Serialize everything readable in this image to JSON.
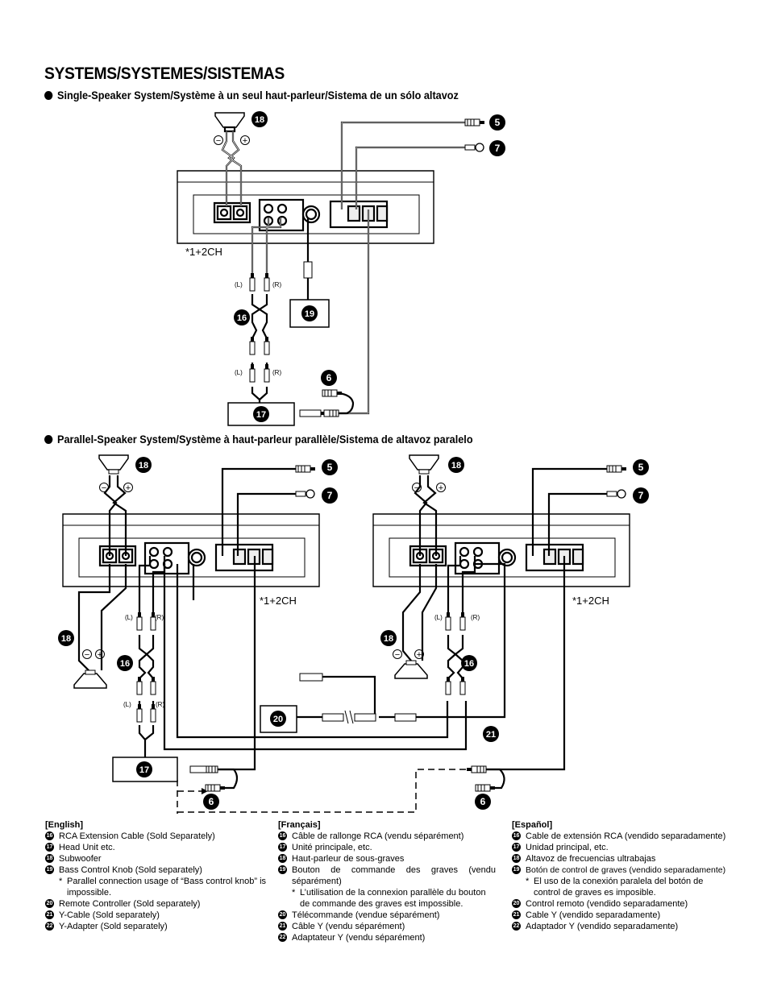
{
  "page": {
    "title": "SYSTEMS/SYSTEMES/SISTEMAS",
    "single_heading": "Single-Speaker System/Système à un seul haut-parleur/Sistema de un sólo altavoz",
    "parallel_heading": "Parallel-Speaker System/Système à haut-parleur parallèle/Sistema de altavoz paralelo"
  },
  "callouts": {
    "n5": "5",
    "n6": "6",
    "n7": "7",
    "n16": "16",
    "n17": "17",
    "n18": "18",
    "n19": "19",
    "n20": "20",
    "n21": "21"
  },
  "labels": {
    "ch_note": "*1+2CH",
    "left": "(L)",
    "right": "(R)",
    "minus": "−",
    "plus": "+"
  },
  "legend": {
    "english": {
      "header": "[English]",
      "items": [
        {
          "n": "16",
          "text": "RCA Extension Cable (Sold Separately)"
        },
        {
          "n": "17",
          "text": "Head Unit etc."
        },
        {
          "n": "18",
          "text": "Subwoofer"
        },
        {
          "n": "19",
          "text": "Bass Control Knob (Sold separately)"
        },
        {
          "n": "20",
          "text": "Remote Controller (Sold separately)"
        },
        {
          "n": "21",
          "text": "Y-Cable (Sold separately)"
        },
        {
          "n": "22",
          "text": "Y-Adapter (Sold separately)"
        }
      ],
      "note": "Parallel connection usage of “Bass control knob” is impossible."
    },
    "french": {
      "header": "[Français]",
      "items": [
        {
          "n": "16",
          "text": "Câble de rallonge RCA (vendu séparément)"
        },
        {
          "n": "17",
          "text": "Unité principale, etc."
        },
        {
          "n": "18",
          "text": "Haut-parleur de sous-graves"
        },
        {
          "n": "19",
          "text": "Bouton de commande des graves (vendu séparément)"
        },
        {
          "n": "20",
          "text": "Télécommande (vendue séparément)"
        },
        {
          "n": "21",
          "text": "Câble Y (vendu séparément)"
        },
        {
          "n": "22",
          "text": "Adaptateur Y (vendu séparément)"
        }
      ],
      "note": "L’utilisation de la connexion parallèle du bouton de commande des graves est impossible."
    },
    "spanish": {
      "header": "[Español]",
      "items": [
        {
          "n": "16",
          "text": "Cable de extensión RCA (vendido separadamente)"
        },
        {
          "n": "17",
          "text": "Unidad principal, etc."
        },
        {
          "n": "18",
          "text": "Altavoz de frecuencias ultrabajas"
        },
        {
          "n": "19",
          "text": "Botón de control de graves (vendido separadamente)"
        },
        {
          "n": "20",
          "text": "Control remoto (vendido separadamente)"
        },
        {
          "n": "21",
          "text": "Cable Y (vendido separadamente)"
        },
        {
          "n": "22",
          "text": "Adaptador Y (vendido separadamente)"
        }
      ],
      "note": "El uso de la conexión paralela del botón de control de graves es imposible."
    }
  },
  "colors": {
    "ink": "#000000",
    "paper": "#ffffff",
    "panel_gray": "#bbbbbb"
  }
}
